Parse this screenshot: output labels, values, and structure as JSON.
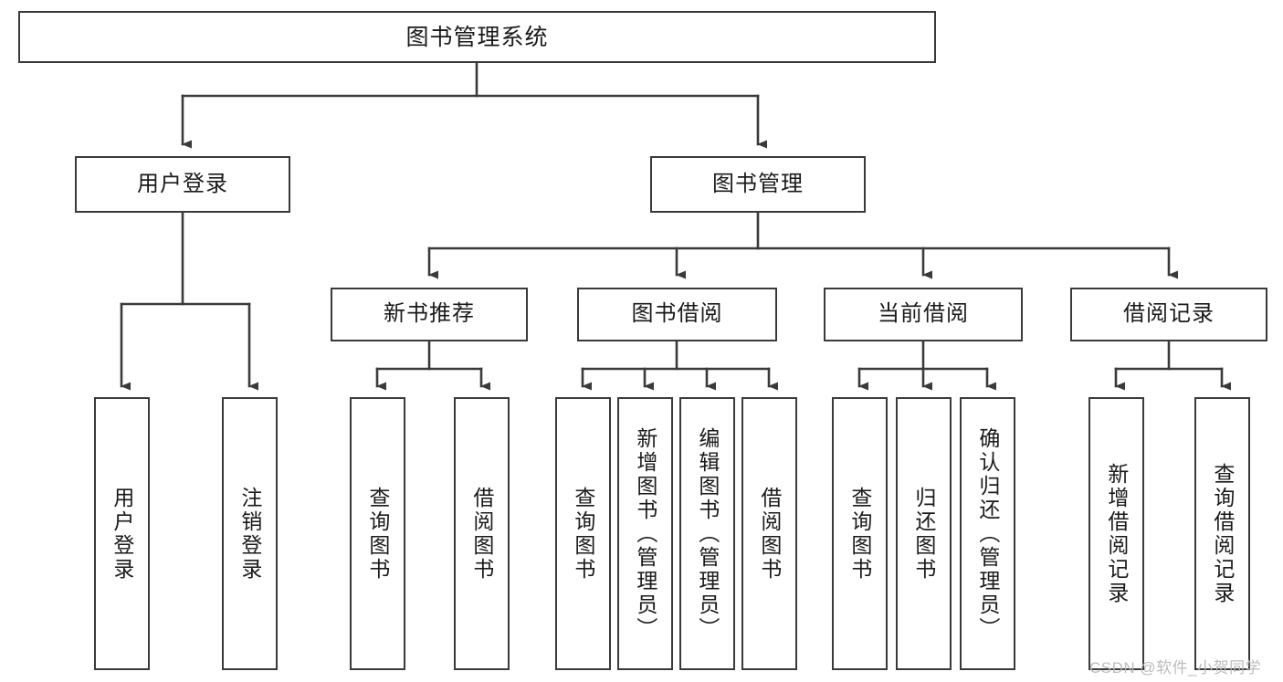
{
  "diagram": {
    "title": "图书管理系统",
    "type": "tree-hierarchy",
    "root": {
      "id": "root",
      "label": "图书管理系统"
    },
    "level1": [
      {
        "id": "user-login",
        "label": "用户登录"
      },
      {
        "id": "book-manage",
        "label": "图书管理"
      }
    ],
    "level2": [
      {
        "id": "new-book-recommend",
        "label": "新书推荐",
        "parent": "book-manage"
      },
      {
        "id": "book-borrow",
        "label": "图书借阅",
        "parent": "book-manage"
      },
      {
        "id": "current-borrow",
        "label": "当前借阅",
        "parent": "book-manage"
      },
      {
        "id": "borrow-record",
        "label": "借阅记录",
        "parent": "book-manage"
      }
    ],
    "leaves": [
      {
        "id": "leaf-user-login",
        "label": "用户登录",
        "parent": "user-login"
      },
      {
        "id": "leaf-logout",
        "label": "注销登录",
        "parent": "user-login"
      },
      {
        "id": "leaf-query-book-1",
        "label": "查询图书",
        "parent": "new-book-recommend"
      },
      {
        "id": "leaf-borrow-book-1",
        "label": "借阅图书",
        "parent": "new-book-recommend"
      },
      {
        "id": "leaf-query-book-2",
        "label": "查询图书",
        "parent": "book-borrow"
      },
      {
        "id": "leaf-add-book",
        "label": "新增图书（管理员）",
        "parent": "book-borrow"
      },
      {
        "id": "leaf-edit-book",
        "label": "编辑图书（管理员）",
        "parent": "book-borrow"
      },
      {
        "id": "leaf-borrow-book-2",
        "label": "借阅图书",
        "parent": "book-borrow"
      },
      {
        "id": "leaf-query-book-3",
        "label": "查询图书",
        "parent": "current-borrow"
      },
      {
        "id": "leaf-return-book",
        "label": "归还图书",
        "parent": "current-borrow"
      },
      {
        "id": "leaf-confirm-return",
        "label": "确认归还（管理员）",
        "parent": "current-borrow"
      },
      {
        "id": "leaf-add-record",
        "label": "新增借阅记录",
        "parent": "borrow-record"
      },
      {
        "id": "leaf-query-record",
        "label": "查询借阅记录",
        "parent": "borrow-record"
      }
    ],
    "watermark": "CSDN @软件_小贺同学",
    "colors": {
      "stroke": "#3a3a3a",
      "background": "#ffffff",
      "text": "#1a1a1a",
      "watermark": "#b9b9b9"
    }
  }
}
